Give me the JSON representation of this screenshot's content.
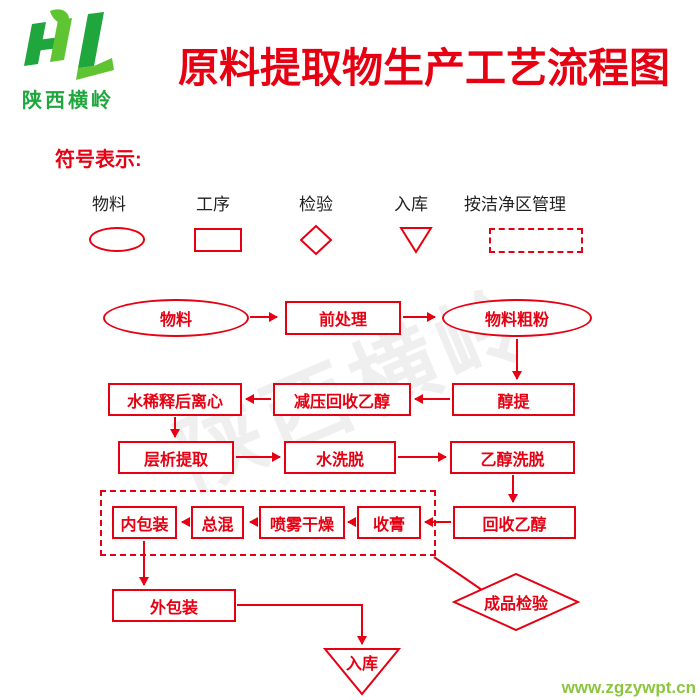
{
  "header": {
    "logo_text": "陕西横岭",
    "title": "原料提取物生产工艺流程图"
  },
  "legend": {
    "heading": "符号表示:",
    "items": [
      {
        "label": "物料",
        "shape": "ellipse"
      },
      {
        "label": "工序",
        "shape": "rectangle"
      },
      {
        "label": "检验",
        "shape": "diamond"
      },
      {
        "label": "入库",
        "shape": "inverted-triangle"
      },
      {
        "label": "按洁净区管理",
        "shape": "dashed-rectangle"
      }
    ]
  },
  "flow": {
    "material": "物料",
    "pretreatment": "前处理",
    "coarse_powder": "物料粗粉",
    "alcohol_extraction": "醇提",
    "vacuum_ethanol_recovery": "减压回收乙醇",
    "water_dilution_centrifugation": "水稀释后离心",
    "chromatography_extraction": "层析提取",
    "water_elution": "水洗脱",
    "ethanol_elution": "乙醇洗脱",
    "ethanol_recovery": "回收乙醇",
    "paste_collection": "收膏",
    "spray_drying": "喷雾干燥",
    "total_mixing": "总混",
    "inner_packaging": "内包装",
    "outer_packaging": "外包装",
    "finished_product_inspection": "成品检验",
    "warehousing": "入库"
  },
  "watermark": "陕西横岭",
  "footer": {
    "website": "www.zgzywpt.cn"
  },
  "colors": {
    "flow_red": "#e60012",
    "logo_green": "#1fa63d",
    "footer_green": "#8cc63f"
  }
}
